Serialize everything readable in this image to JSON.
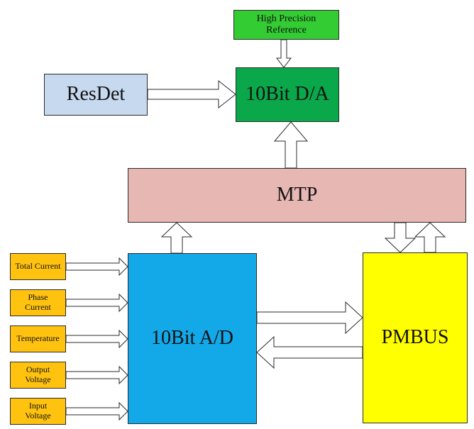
{
  "blocks": {
    "high_precision_reference": {
      "line1": "High Precision",
      "line2": "Reference"
    },
    "resdet": "ResDet",
    "dac": "10Bit D/A",
    "mtp": "MTP",
    "adc": "10Bit A/D",
    "pmbus": "PMBUS"
  },
  "inputs": [
    {
      "line1": "Total Current",
      "line2": ""
    },
    {
      "line1": "Phase",
      "line2": "Current"
    },
    {
      "line1": "Temperature",
      "line2": ""
    },
    {
      "line1": "Output",
      "line2": "Voltage"
    },
    {
      "line1": "Input",
      "line2": "Voltage"
    }
  ],
  "colors": {
    "reference": "#33cc33",
    "resdet": "#c6d9ef",
    "dac": "#0aa84a",
    "mtp": "#e7b7b4",
    "adc": "#13a8e8",
    "pmbus": "#ffff00",
    "inputs": "#ffc20e"
  }
}
